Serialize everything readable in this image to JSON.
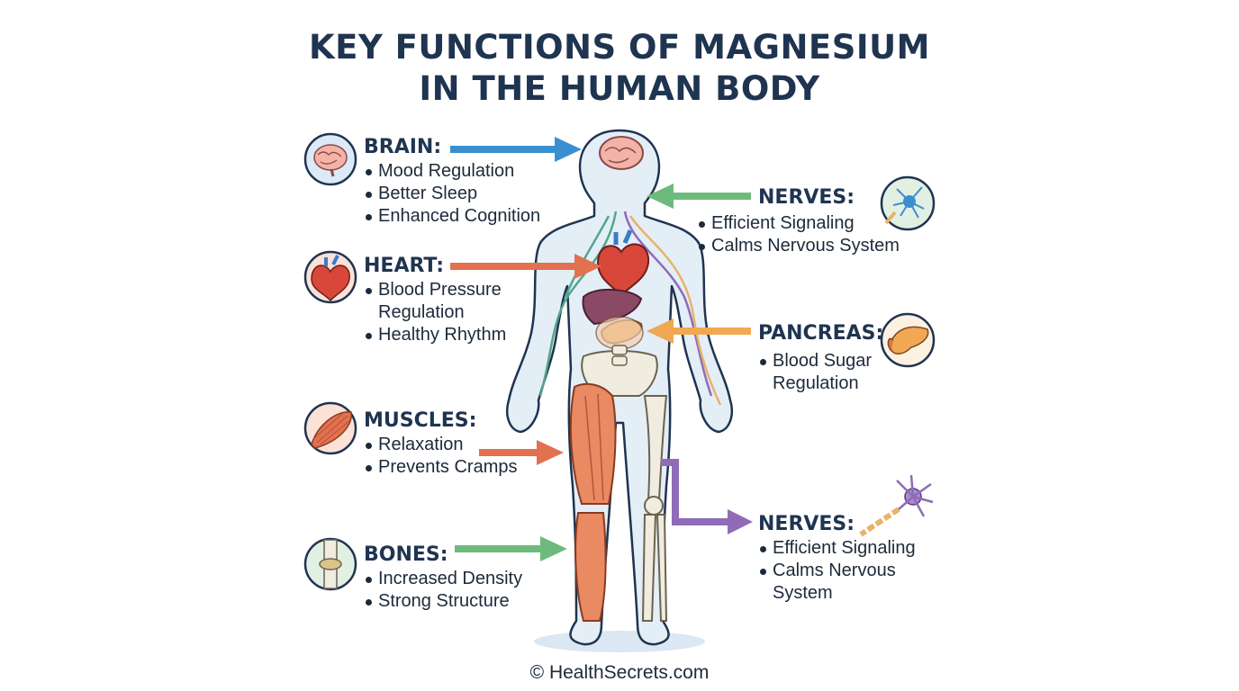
{
  "title": {
    "line1": "KEY FUNCTIONS OF MAGNESIUM",
    "line2": "IN THE HUMAN BODY"
  },
  "sections": {
    "brain": {
      "heading": "BRAIN:",
      "items": [
        "Mood Regulation",
        "Better Sleep",
        "Enhanced Cognition"
      ],
      "icon": "brain-icon",
      "arrow_color": "#3a8fd0"
    },
    "heart": {
      "heading": "HEART:",
      "items": [
        "Blood Pressure",
        "Regulation",
        "Healthy Rhythm"
      ],
      "icon": "heart-icon",
      "arrow_color": "#e2714f"
    },
    "muscles": {
      "heading": "MUSCLES:",
      "items": [
        "Relaxation",
        "Prevents Cramps"
      ],
      "icon": "muscle-icon",
      "arrow_color": "#e2714f"
    },
    "bones": {
      "heading": "BONES:",
      "items": [
        "Increased Density",
        "Strong Structure"
      ],
      "icon": "bone-joint-icon",
      "arrow_color": "#6dbb7c"
    },
    "nerves_top": {
      "heading": "NERVES:",
      "items": [
        "Efficient Signaling",
        "Calms Nervous System"
      ],
      "icon": "nerve-cell-icon",
      "arrow_color": "#6dbb7c"
    },
    "pancreas": {
      "heading": "PANCREAS:",
      "items": [
        "Blood Sugar",
        "Regulation"
      ],
      "icon": "pancreas-icon",
      "arrow_color": "#f0a852"
    },
    "nerves_bottom": {
      "heading": "NERVES:",
      "items": [
        "Efficient Signaling",
        "Calms Nervous",
        "System"
      ],
      "icon": "neuron-icon",
      "arrow_color": "#8f6bb8"
    }
  },
  "footer": "© HealthSecrets.com"
}
